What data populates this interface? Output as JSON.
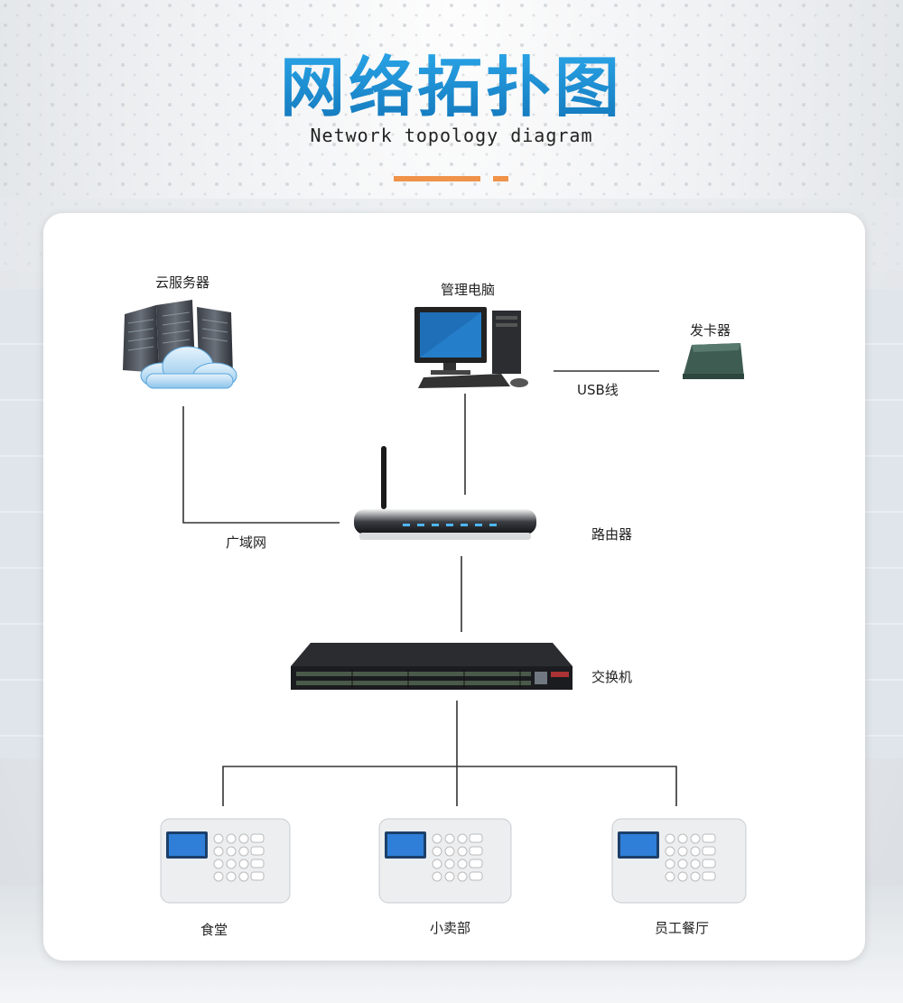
{
  "header": {
    "title": "网络拓扑图",
    "subtitle": "Network topology diagram"
  },
  "colors": {
    "title_blue": "#1a8fd0",
    "accent_orange": "#f0934a",
    "line": "#333333",
    "card_bg": "#ffffff"
  },
  "nodes": {
    "cloud_server": "云服务器",
    "admin_pc": "管理电脑",
    "card_issuer": "发卡器",
    "router": "路由器",
    "switch": "交换机",
    "terminal_1": "食堂",
    "terminal_2": "小卖部",
    "terminal_3": "员工餐厅"
  },
  "links": {
    "usb": "USB线",
    "wan": "广域网"
  }
}
